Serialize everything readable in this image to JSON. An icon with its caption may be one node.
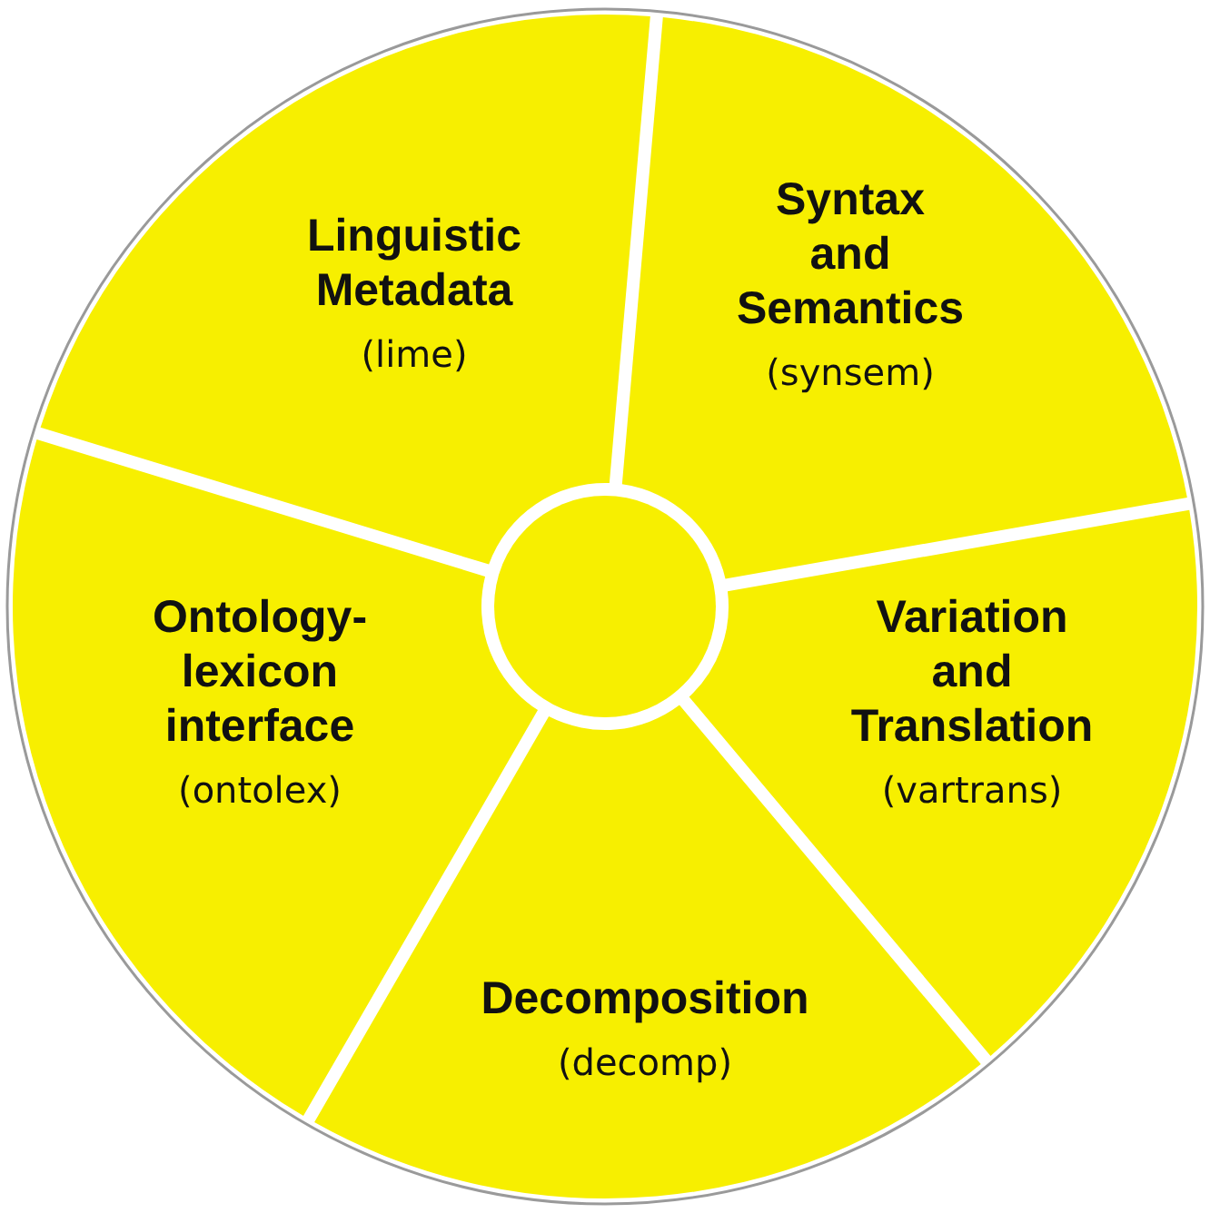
{
  "diagram": {
    "nodes": [
      {
        "text": [
          "Linguistic Metadata",
          "(lime)"
        ]
      },
      {
        "text": [
          "Syntax and Semantics",
          "(synsem)"
        ]
      },
      {
        "text": [
          "Ontology-lexicon interface",
          "(ontolex)"
        ]
      },
      {
        "text": [
          "Variation and Translation",
          "(vartrans)"
        ]
      },
      {
        "text": [
          "Decomposition",
          "(decomp)"
        ]
      },
      {
        "text": [],
        "shape": "circle"
      }
    ],
    "edges": []
  }
}
